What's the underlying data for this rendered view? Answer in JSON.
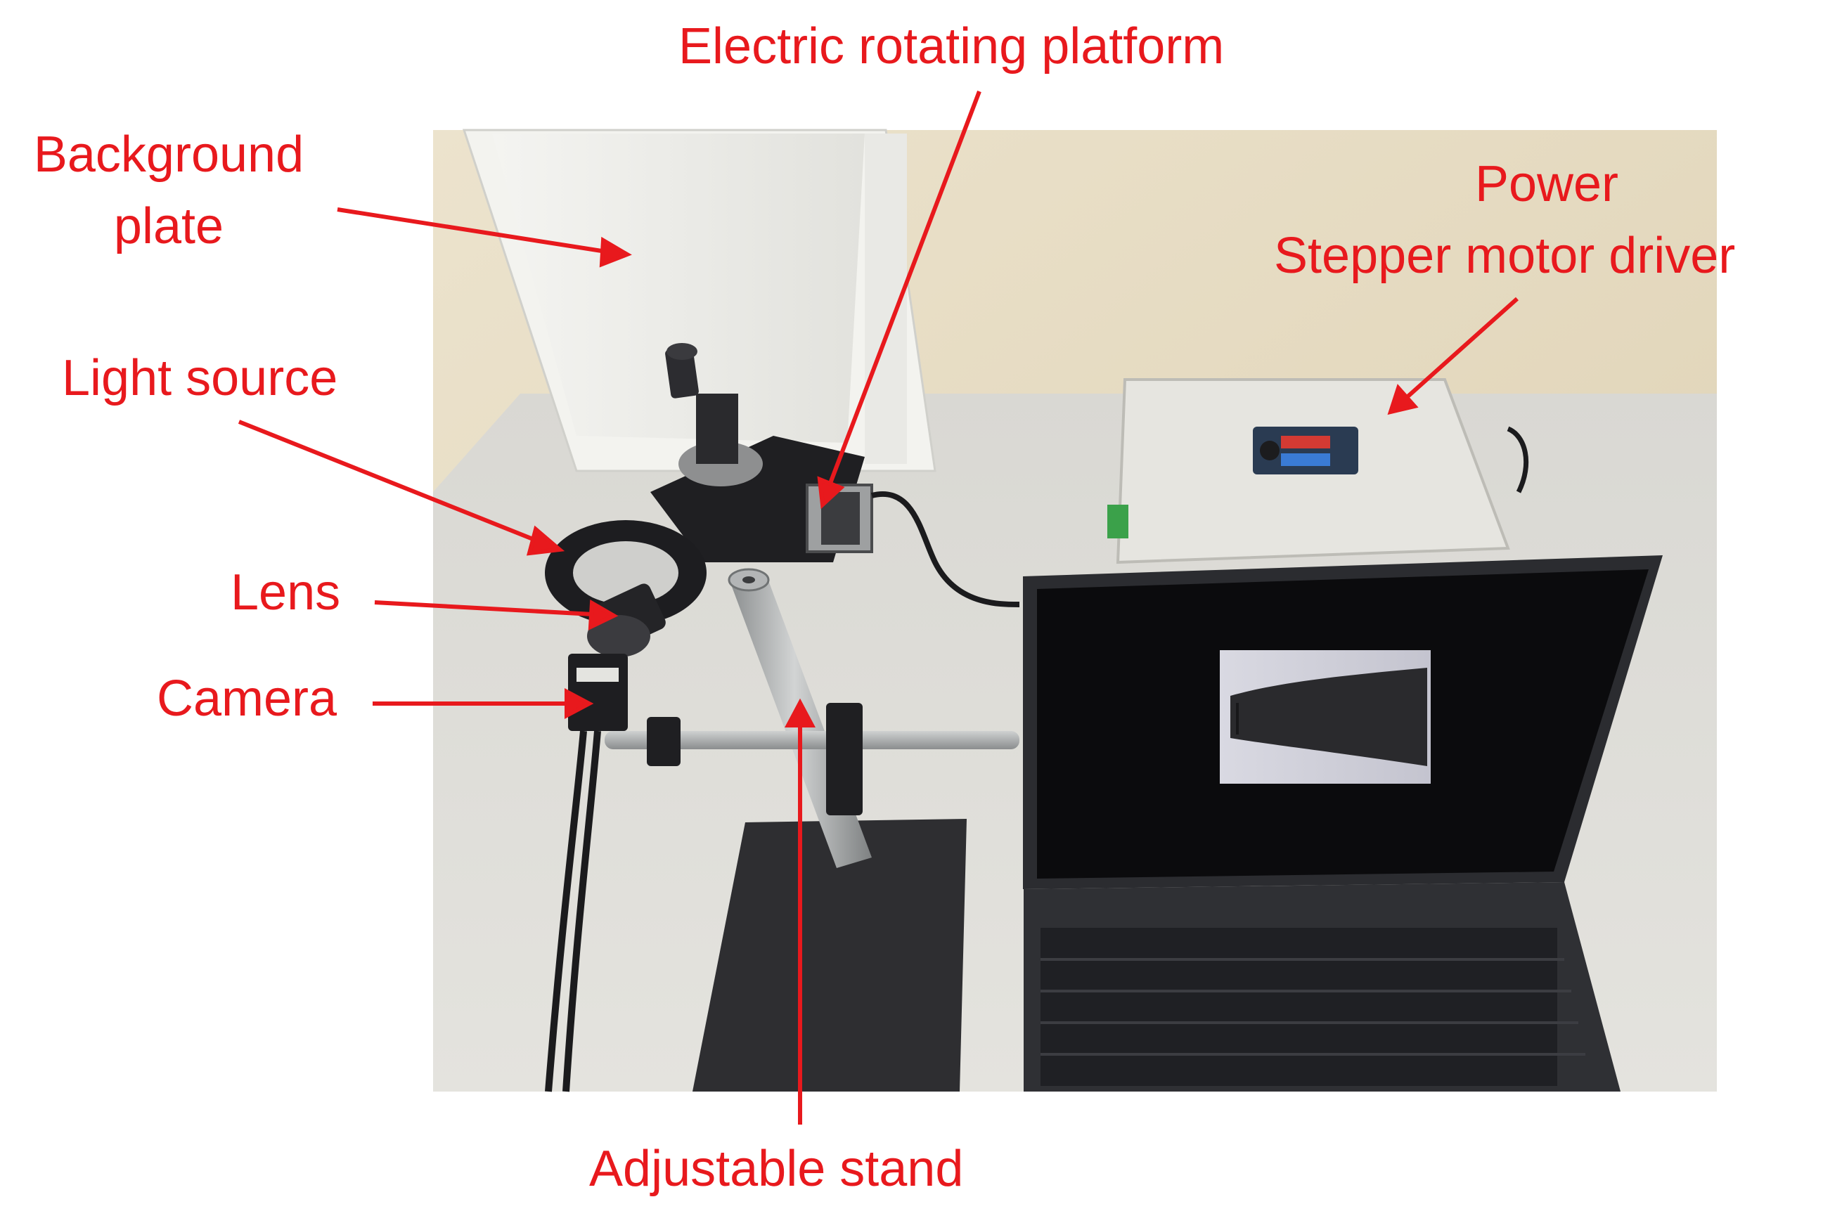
{
  "colors": {
    "label": "#e8191d",
    "wall": "#e7dcc3",
    "table": "#dcdbd6",
    "background_plate": "#eeeeea",
    "device_housing": "#e6e5e0",
    "metal_black": "#1f1f22",
    "steel": "#a7a9aa",
    "laptop_body": "#2b2c30",
    "screen": "#0b0b0d",
    "screen_preview": "#ccccd6"
  },
  "labels": {
    "electric_rotating_platform": "Electric rotating platform",
    "background_plate_line1": "Background",
    "background_plate_line2": "plate",
    "power": "Power",
    "stepper_motor_driver": "Stepper motor driver",
    "light_source": "Light source",
    "lens": "Lens",
    "camera": "Camera",
    "adjustable_stand": "Adjustable stand"
  },
  "photo_objects": [
    "background-plate",
    "electric-rotating-platform",
    "stepper-motor",
    "power-stepper-motor-driver-box",
    "light-source-ring",
    "lens",
    "camera",
    "adjustable-stand",
    "laptop"
  ]
}
